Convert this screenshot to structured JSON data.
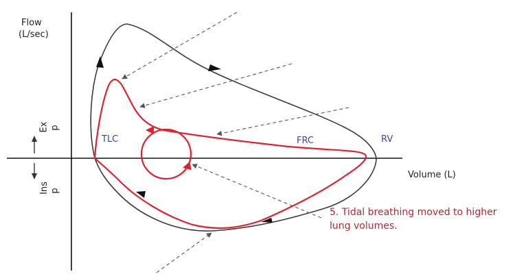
{
  "axes": {
    "y_label_line1": "Flow",
    "y_label_line2": "(L/sec)",
    "x_label": "Volume (L)",
    "ex_label": "Ex",
    "ins_label": "Ins",
    "p_upper": "p",
    "p_lower": "p"
  },
  "points": {
    "tlc": "TLC",
    "frc": "FRC",
    "rv": "RV"
  },
  "annotation": {
    "line1": "5. Tidal breathing moved to higher",
    "line2": "lung volumes."
  },
  "colors": {
    "normal_loop": "#3a3a3a",
    "shifted_loop": "#e0222c",
    "point_labels": "#3a44a8",
    "annotation": "#b3282d"
  }
}
